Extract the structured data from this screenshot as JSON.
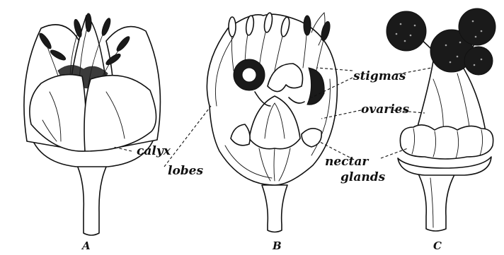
{
  "labels": {
    "calyx": "calyx",
    "lobes": "lobes",
    "stigmas": "stigmas",
    "ovaries": "ovaries",
    "nectar": "nectar",
    "glands": "glands"
  },
  "captions": {
    "a": "A",
    "b": "B",
    "c": "C"
  }
}
